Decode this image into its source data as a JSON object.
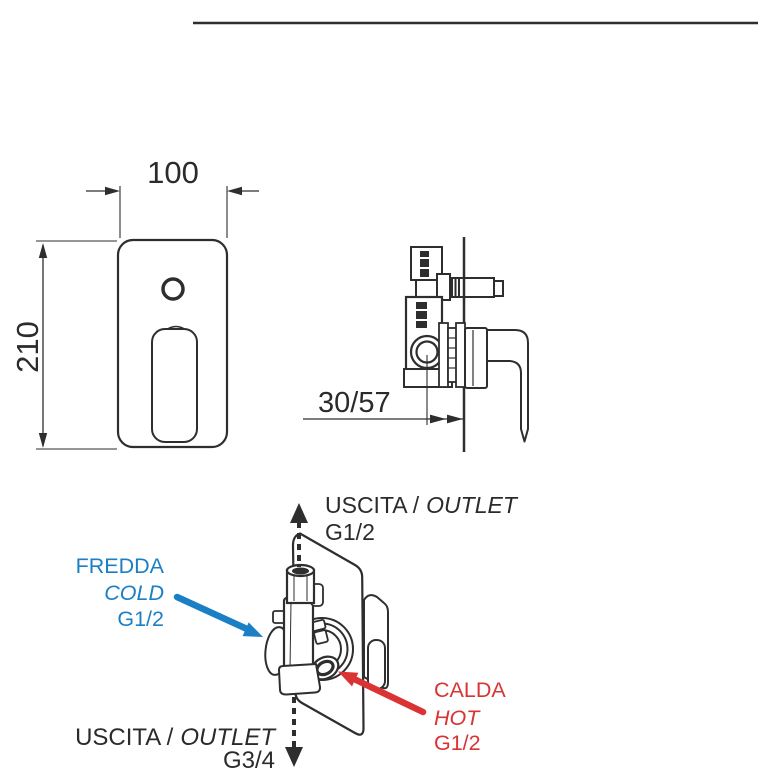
{
  "colors": {
    "ink": "#2e2e2e",
    "text": "#2b2b2b",
    "cold": "#1b7fc5",
    "hot": "#d93333"
  },
  "front_view": {
    "width": "100",
    "height": "210"
  },
  "side_view": {
    "depth_range": "30/57"
  },
  "connections": {
    "outlet_top": {
      "label": "USCITA /",
      "label_italic": "OUTLET",
      "thread": "G1/2"
    },
    "cold_inlet": {
      "label": "FREDDA",
      "label_italic": "COLD",
      "thread": "G1/2"
    },
    "hot_inlet": {
      "label": "CALDA",
      "label_italic": "HOT",
      "thread": "G1/2"
    },
    "outlet_bottom": {
      "label": "USCITA /",
      "label_italic": "OUTLET",
      "thread": "G3/4"
    }
  }
}
